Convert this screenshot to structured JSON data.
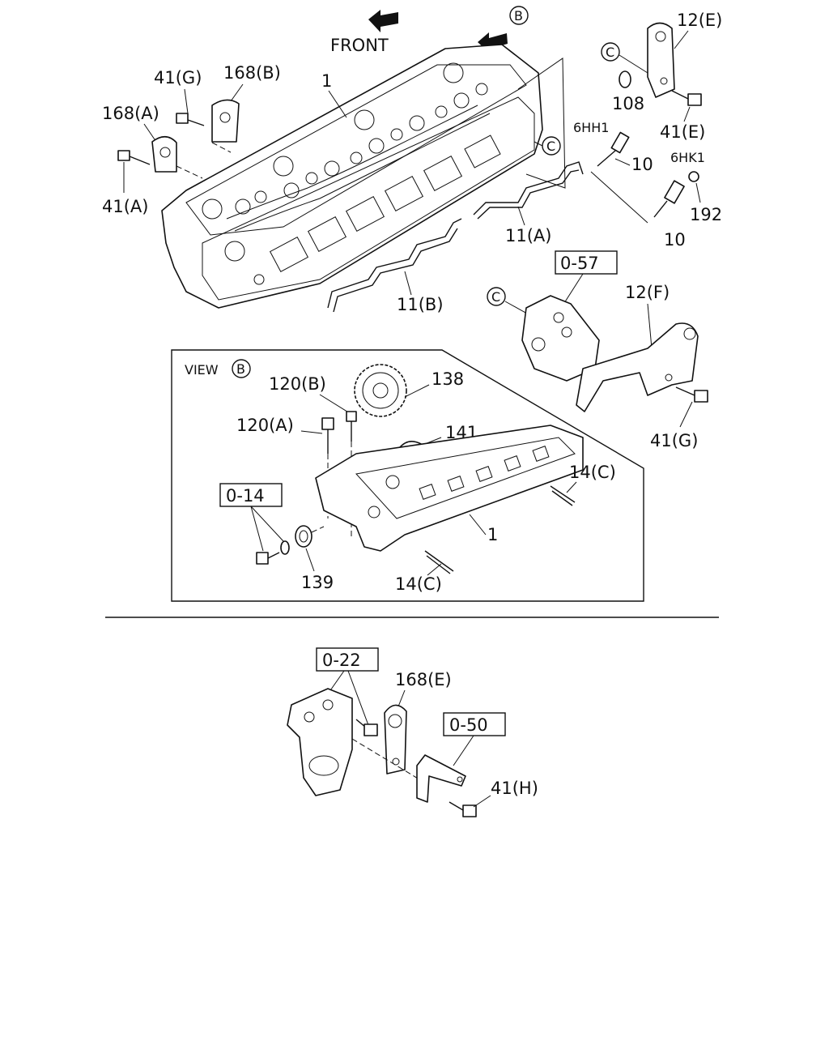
{
  "labels": {
    "front": "FRONT",
    "view_b_marker": "B",
    "view_title": "VIEW",
    "view_title_marker": "B",
    "p12e": "12(E)",
    "c_marker_top": "C",
    "p108": "108",
    "p41e": "41(E)",
    "hh1": "6HH1",
    "hk1": "6HK1",
    "p10_upper": "10",
    "p10_lower": "10",
    "p192": "192",
    "c_marker_head": "C",
    "p41g_top": "41(G)",
    "p168b": "168(B)",
    "p1_top": "1",
    "p168a": "168(A)",
    "p41a": "41(A)",
    "p11a": "11(A)",
    "p11b": "11(B)",
    "ref057": "0-57",
    "c_marker_bracket": "C",
    "p12f": "12(F)",
    "p41g_right": "41(G)",
    "p120b": "120(B)",
    "p138": "138",
    "p120a": "120(A)",
    "p141": "141",
    "p14c_right": "14(C)",
    "ref014": "0-14",
    "p1_view": "1",
    "p139": "139",
    "p14c_bottom": "14(C)",
    "ref022": "0-22",
    "p168e": "168(E)",
    "ref050": "0-50",
    "p41h": "41(H)"
  }
}
